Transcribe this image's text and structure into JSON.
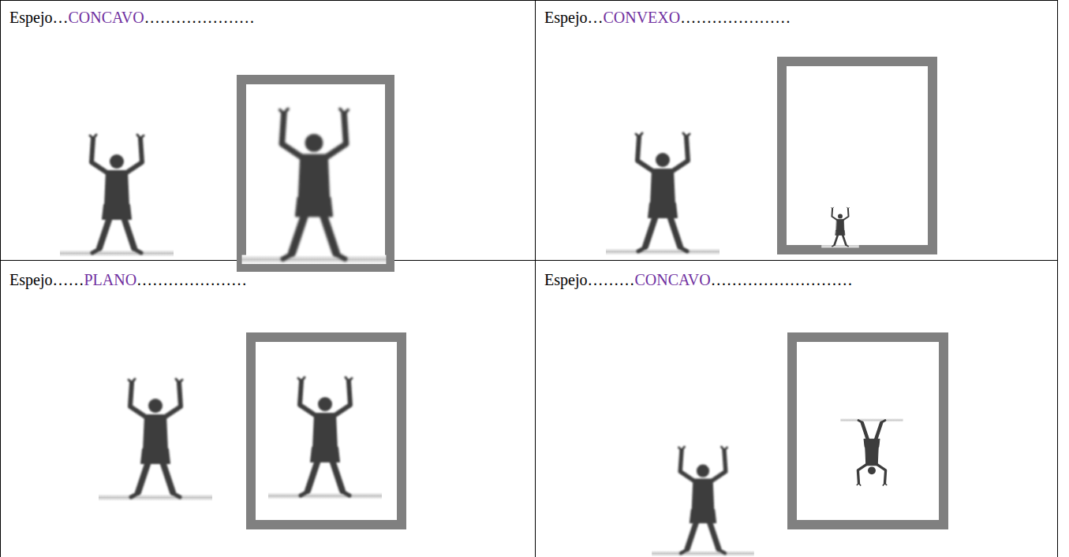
{
  "diagram": {
    "labels": [
      "Espejo…",
      "CONCAVO",
      "…………………",
      "Espejo…",
      "CONVEXO",
      "…………………",
      "Espejo……",
      "PLANO",
      "…………………",
      "Espejo………",
      "CONCAVO",
      "………………………"
    ]
  }
}
